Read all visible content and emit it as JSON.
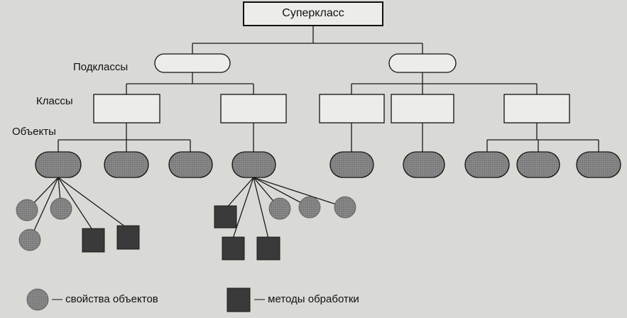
{
  "diagram": {
    "root_label": "Суперкласс",
    "level_labels": {
      "subclasses": "Подклассы",
      "classes": "Классы",
      "objects": "Объекты"
    },
    "legend": {
      "properties_label": "— свойства объектов",
      "methods_label": "— методы обработки"
    },
    "colors": {
      "background": "#d9d9d6",
      "line": "#1a1a1a",
      "object_fill": "#7a7a7a",
      "property_fill": "#8e8e8e",
      "method_fill": "#3a3a3a",
      "box_fill": "#ececea"
    }
  }
}
